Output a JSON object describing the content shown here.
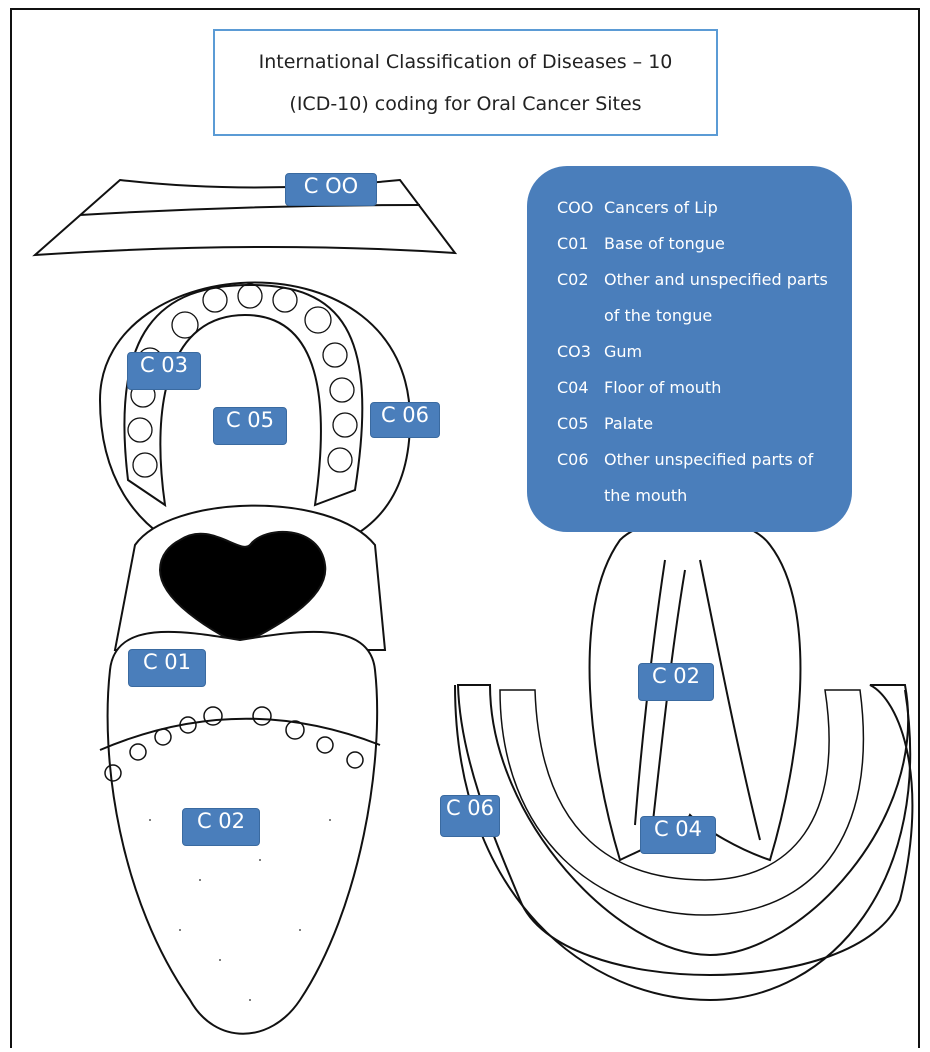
{
  "title": {
    "line1": "International Classification of Diseases – 10",
    "line2": "(ICD-10) coding for Oral Cancer Sites"
  },
  "labels": {
    "c00": "C OO",
    "c03": "C 03",
    "c05": "C 05",
    "c06_upper": "C 06",
    "c01": "C 01",
    "c02_tongue": "C 02",
    "c02_lower": "C 02",
    "c06_lower": "C 06",
    "c04": "C 04"
  },
  "legend": [
    {
      "code": "COO",
      "desc": "Cancers of Lip"
    },
    {
      "code": "C01",
      "desc": "Base of tongue"
    },
    {
      "code": "C02",
      "desc": "Other and unspecified parts of the tongue"
    },
    {
      "code": "CO3",
      "desc": "Gum"
    },
    {
      "code": "C04",
      "desc": "Floor of mouth"
    },
    {
      "code": "C05",
      "desc": "Palate"
    },
    {
      "code": "C06",
      "desc": "Other unspecified parts of the mouth"
    }
  ],
  "colors": {
    "label_bg": "#4a7ebb",
    "title_border": "#5b9bd5"
  }
}
